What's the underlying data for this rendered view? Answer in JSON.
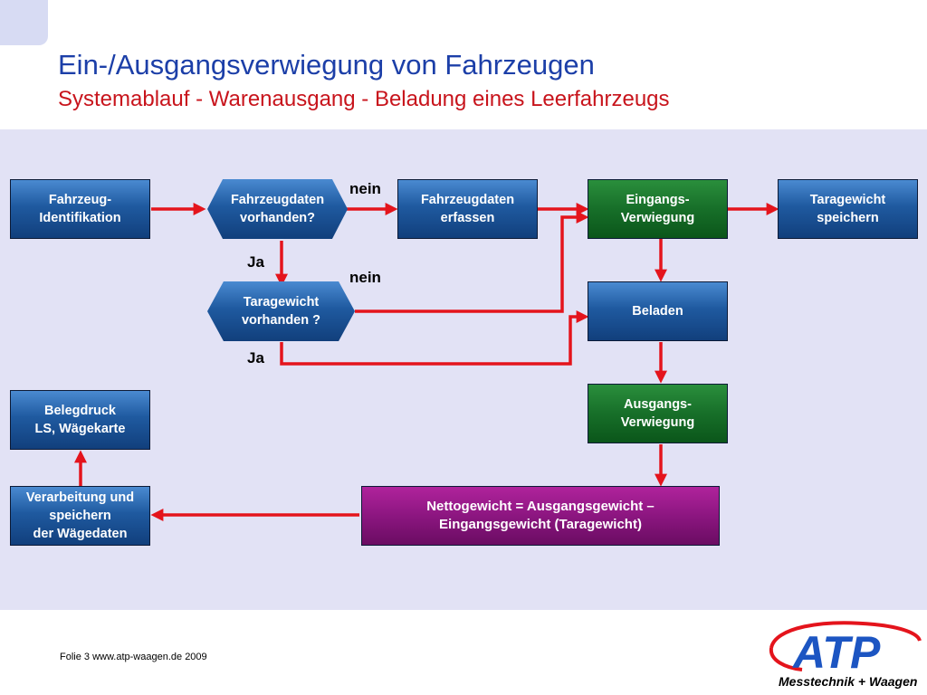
{
  "header": {
    "title": "Ein-/Ausgangsverwiegung von Fahrzeugen",
    "subtitle": "Systemablauf - Warenausgang - Beladung eines Leerfahrzeugs"
  },
  "flow": {
    "vehicle_id": [
      "Fahrzeug-",
      "Identifikation"
    ],
    "vehicle_data_q": [
      "Fahrzeugdaten",
      "vorhanden?"
    ],
    "capture_data": [
      "Fahrzeugdaten",
      "erfassen"
    ],
    "entry_weighing": [
      "Eingangs-",
      "Verwiegung"
    ],
    "save_tare": [
      "Taragewicht",
      "speichern"
    ],
    "tare_q": [
      "Taragewicht",
      "vorhanden ?"
    ],
    "loading": "Beladen",
    "exit_weighing": [
      "Ausgangs-",
      "Verwiegung"
    ],
    "net_weight": [
      "Nettogewicht = Ausgangsgewicht –",
      "Eingangsgewicht (Taragewicht)"
    ],
    "process_save": [
      "Verarbeitung und",
      "speichern",
      "der Wägedaten"
    ],
    "receipt": [
      "Belegdruck",
      "LS, Wägekarte"
    ],
    "labels": {
      "no": "nein",
      "yes": "Ja"
    }
  },
  "footer": {
    "text": "Folie 3  www.atp-waagen.de  2009"
  },
  "logo": {
    "brand": "ATP",
    "tagline": "Messtechnik + Waagen"
  },
  "colors": {
    "arrow": "#e4141c",
    "box_blue": "#1f5aa0",
    "box_green": "#176f29",
    "box_purple": "#8c1680",
    "title": "#1c3fa8",
    "subtitle": "#c8141c"
  }
}
